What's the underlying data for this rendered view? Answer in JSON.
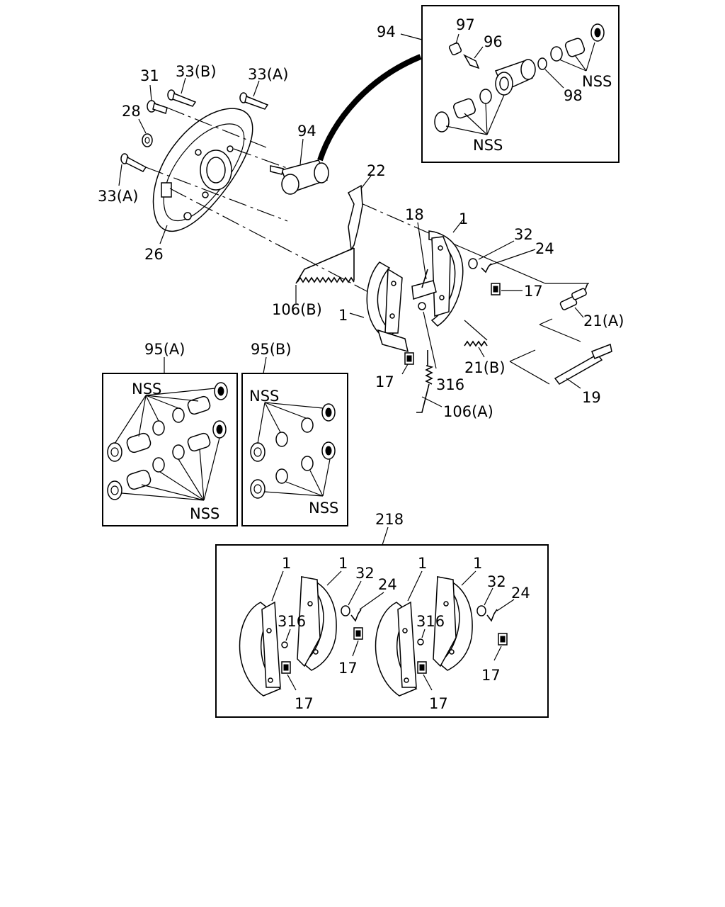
{
  "inset_top": {
    "ref": "94",
    "labels": [
      "97",
      "96",
      "98",
      "NSS",
      "NSS"
    ]
  },
  "main_assembly": {
    "labels": {
      "l31": "31",
      "l33b": "33(B)",
      "l33a_top": "33(A)",
      "l28": "28",
      "l33a_left": "33(A)",
      "l26": "26",
      "l94": "94",
      "l22": "22",
      "l18": "18",
      "l1_upper": "1",
      "l32": "32",
      "l24": "24",
      "l17_right": "17",
      "l106b": "106(B)",
      "l1_left": "1",
      "l21a": "21(A)",
      "l21b": "21(B)",
      "l17_left": "17",
      "l316": "316",
      "l106a": "106(A)",
      "l19": "19"
    }
  },
  "kit_95a": {
    "ref": "95(A)",
    "labels": [
      "NSS",
      "NSS"
    ]
  },
  "kit_95b": {
    "ref": "95(B)",
    "labels": [
      "NSS",
      "NSS"
    ]
  },
  "kit_218": {
    "ref": "218",
    "labels": [
      "1",
      "1",
      "32",
      "24",
      "316",
      "17",
      "17",
      "1",
      "1",
      "32",
      "24",
      "316",
      "17",
      "17"
    ]
  }
}
